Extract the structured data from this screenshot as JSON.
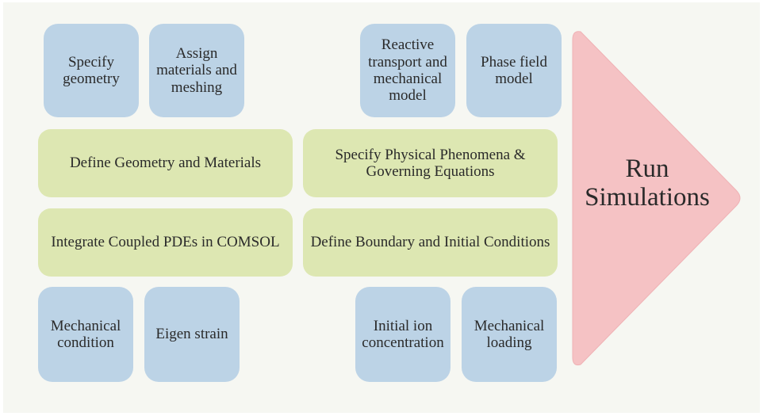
{
  "top_left_boxes": [
    {
      "label": "Specify geometry"
    },
    {
      "label": "Assign materials and meshing"
    }
  ],
  "top_right_boxes": [
    {
      "label": "Reactive transport and mechanical model"
    },
    {
      "label": "Phase field model"
    }
  ],
  "middle_bars": [
    {
      "label": "Define Geometry and Materials"
    },
    {
      "label": "Specify Physical Phenomena & Governing Equations"
    },
    {
      "label": "Integrate Coupled PDEs in COMSOL"
    },
    {
      "label": "Define Boundary and Initial Conditions"
    }
  ],
  "bottom_left_boxes": [
    {
      "label": "Mechanical condition"
    },
    {
      "label": "Eigen strain"
    }
  ],
  "bottom_right_boxes": [
    {
      "label": "Initial ion concentration"
    },
    {
      "label": "Mechanical loading"
    }
  ],
  "final_step": {
    "label": "Run Simulations"
  },
  "colors": {
    "background": "#f6f7f2",
    "blue_box": "#bcd3e6",
    "green_bar": "#dde7b2",
    "arrow": "#f5c2c4"
  }
}
